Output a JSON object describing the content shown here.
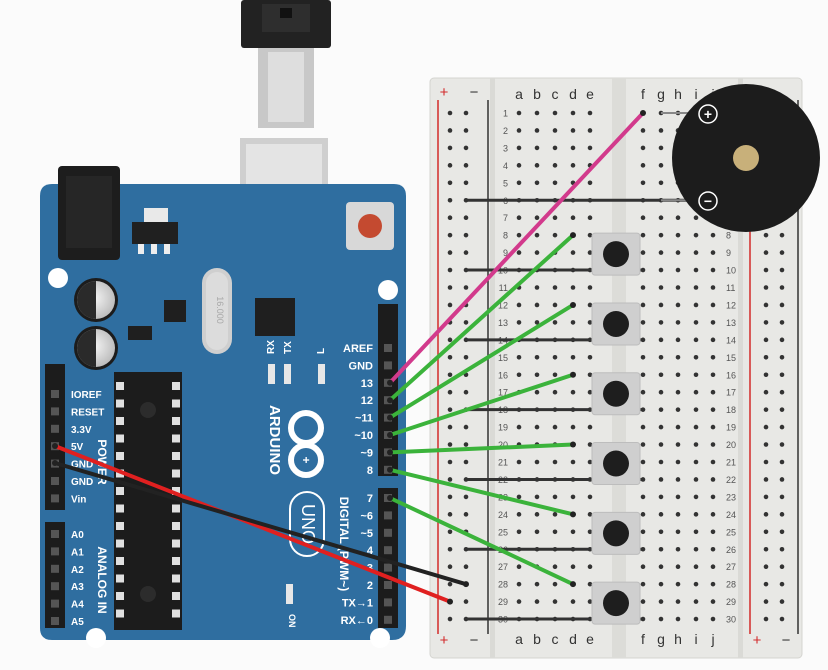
{
  "colors": {
    "board": "#2f6ea0",
    "breadboard": "#e8e8e5",
    "rail_red": "#d22a2a",
    "rail_dark": "#333333",
    "wire_green": "#3bb33b",
    "wire_pink": "#d23a8c",
    "wire_red": "#e02020",
    "wire_black": "#222222",
    "buzzer": "#1c1c1c",
    "buzzer_center": "#c8b07a"
  },
  "breadboard": {
    "columns_left": [
      "a",
      "b",
      "c",
      "d",
      "e"
    ],
    "columns_right": [
      "f",
      "g",
      "h",
      "i",
      "j"
    ],
    "row_count": 30,
    "rail_plus": "+",
    "rail_minus": "−"
  },
  "arduino": {
    "brand": "ARDUINO",
    "model": "UNO",
    "crystal": "16.000",
    "power_header": [
      "IOREF",
      "RESET",
      "3.3V",
      "5V",
      "GND",
      "GND",
      "Vin"
    ],
    "power_title": "POWER",
    "analog_header": [
      "A0",
      "A1",
      "A2",
      "A3",
      "A4",
      "A5"
    ],
    "analog_title": "ANALOG IN",
    "digital_top": [
      "AREF",
      "GND",
      "13",
      "12",
      "~11",
      "~10",
      "~9",
      "8"
    ],
    "digital_bottom": [
      "7",
      "~6",
      "~5",
      "4",
      "~3",
      "2",
      "TX→1",
      "RX←0"
    ],
    "digital_title": "DIGITAL (PWM~)",
    "led_labels": [
      "RX",
      "TX",
      "L"
    ],
    "on_label": "ON"
  },
  "buzzer": {
    "plus": "+",
    "minus": "−"
  }
}
